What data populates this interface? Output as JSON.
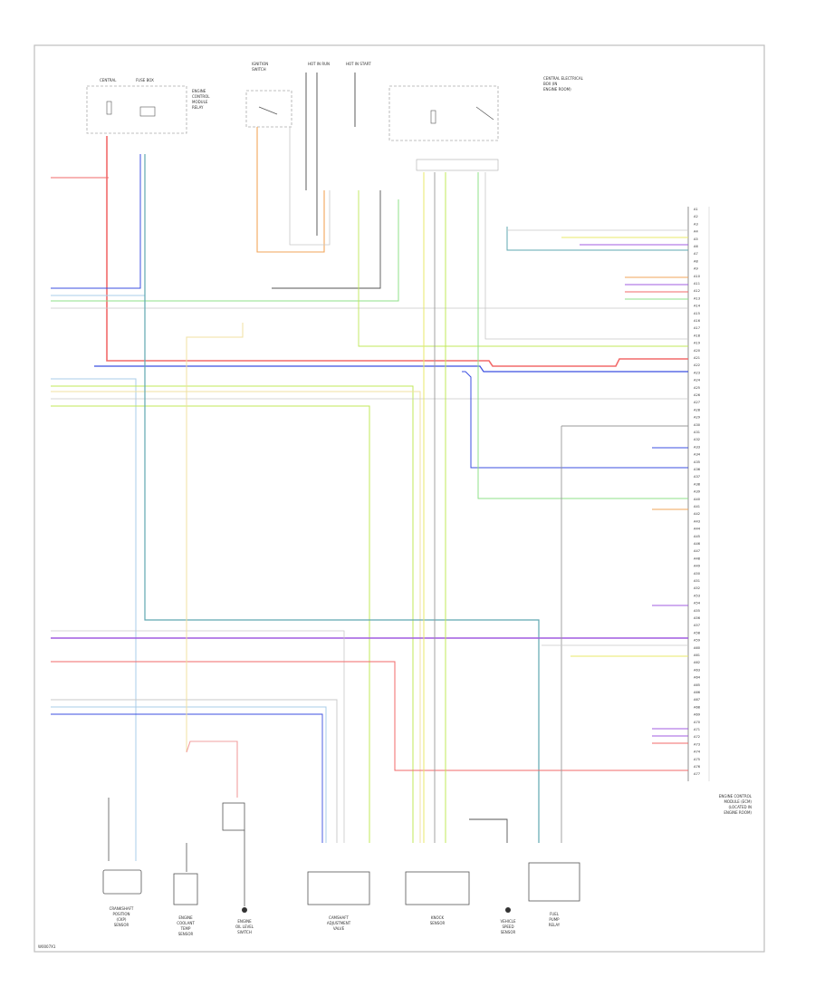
{
  "diagram": {
    "footer_id": "W0007X1",
    "connector_pins": [
      "A1",
      "A2",
      "A3",
      "A4",
      "A5",
      "A6",
      "A7",
      "A8",
      "A9",
      "A10",
      "A11",
      "A12",
      "A13",
      "A14",
      "A15",
      "A16",
      "A17",
      "A18",
      "A19",
      "A20",
      "A21",
      "A22",
      "A23",
      "A24",
      "A25",
      "A26",
      "A27",
      "A28",
      "A29",
      "A30",
      "A31",
      "A32",
      "A33",
      "A34",
      "A35",
      "A36",
      "A37",
      "A38",
      "A39",
      "A40",
      "A41",
      "A42",
      "A43",
      "A44",
      "A45",
      "A46",
      "A47",
      "A48",
      "A49",
      "A50",
      "A51",
      "A52",
      "A53",
      "A54",
      "A55",
      "A56",
      "A57",
      "A58",
      "A59",
      "A60",
      "A61",
      "A62",
      "A63",
      "A64",
      "A65",
      "A66",
      "A67",
      "A68",
      "A69",
      "A70",
      "A71",
      "A72",
      "A73",
      "A74",
      "A75",
      "A76",
      "A77"
    ],
    "ecm_label": [
      "ENGINE CONTROL",
      "MODULE (ECM)",
      "(LOCATED IN",
      "ENGINE ROOM)"
    ],
    "components": {
      "ckp": [
        "CRANKSHAFT",
        "POSITION",
        "(CKP)",
        "SENSOR"
      ],
      "ect": [
        "ENGINE",
        "COOLANT",
        "TEMP",
        "SENSOR"
      ],
      "oil": [
        "ENGINE",
        "OIL LEVEL",
        "SWITCH"
      ],
      "camshaft": [
        "CAMSHAFT",
        "ADJUSTMENT",
        "VALVE"
      ],
      "knock": [
        "KNOCK",
        "SENSOR"
      ],
      "vss": [
        "VEHICLE",
        "SPEED",
        "SENSOR"
      ],
      "fuel": [
        "FUEL",
        "PUMP",
        "RELAY"
      ]
    },
    "top_labels": {
      "fuse_box": [
        "CENTRAL",
        "FUSE BOX"
      ],
      "ecm_relay": [
        "ENGINE",
        "CONTROL",
        "MODULE",
        "RELAY"
      ],
      "ignition": [
        "IGNITION",
        "SWITCH"
      ],
      "hot_run": "HOT IN RUN",
      "hot_start": "HOT IN START",
      "central_electrical": [
        "CENTRAL ELECTRICAL",
        "BOX (IN",
        "ENGINE ROOM)"
      ]
    },
    "colors": {
      "red": "#f26a6a",
      "blue": "#3b4fe0",
      "violet": "#a05ce0",
      "green": "#8fe08a",
      "lightblue": "#a8cce8",
      "teal": "#5fa8b0",
      "yellow": "#e8e86a",
      "yellowgreen": "#c0e858",
      "orange": "#f2a65a",
      "gray": "#999999",
      "lightgray": "#c8c8c8",
      "darkgray": "#555555",
      "pink": "#f2a0a0",
      "cream": "#f0e0a0"
    }
  }
}
